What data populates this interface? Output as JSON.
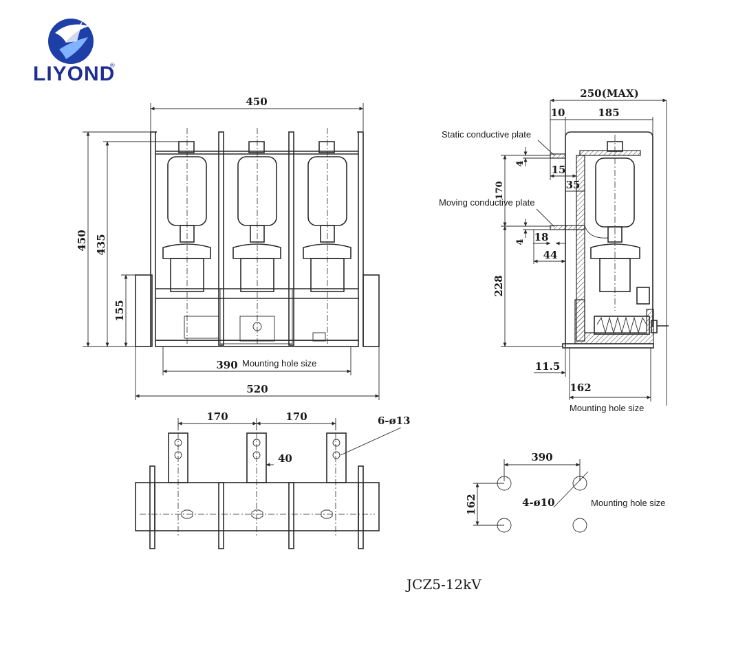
{
  "brand": {
    "name": "LIYOND",
    "registered": "®",
    "accent": "#1f2f8f",
    "accent_light": "#3a6fd0"
  },
  "model": "JCZ5-12kV",
  "front_view": {
    "width_top": "450",
    "height_total": "450",
    "height_inner": "435",
    "height_lower": "155",
    "mounting_span": "390",
    "mounting_note": "Mounting hole size",
    "base_width": "520"
  },
  "side_view": {
    "depth_max": "250(MAX)",
    "offset_10": "10",
    "depth_185": "185",
    "static_plate": "Static conductive plate",
    "moving_plate": "Moving conductive plate",
    "dim_4a": "4",
    "dim_15": "15",
    "dim_35": "35",
    "dim_170": "170",
    "dim_4b": "4",
    "dim_18": "18",
    "dim_44": "44",
    "dim_228": "228",
    "dim_11_5": "11.5",
    "dim_162": "162",
    "mounting_note": "Mounting hole size"
  },
  "top_view": {
    "pitch_1": "170",
    "pitch_2": "170",
    "holes": "6-ø13",
    "terminal_width": "40"
  },
  "hole_plan": {
    "span": "390",
    "depth": "162",
    "holes": "4-ø10",
    "mounting_note": "Mounting hole size"
  }
}
